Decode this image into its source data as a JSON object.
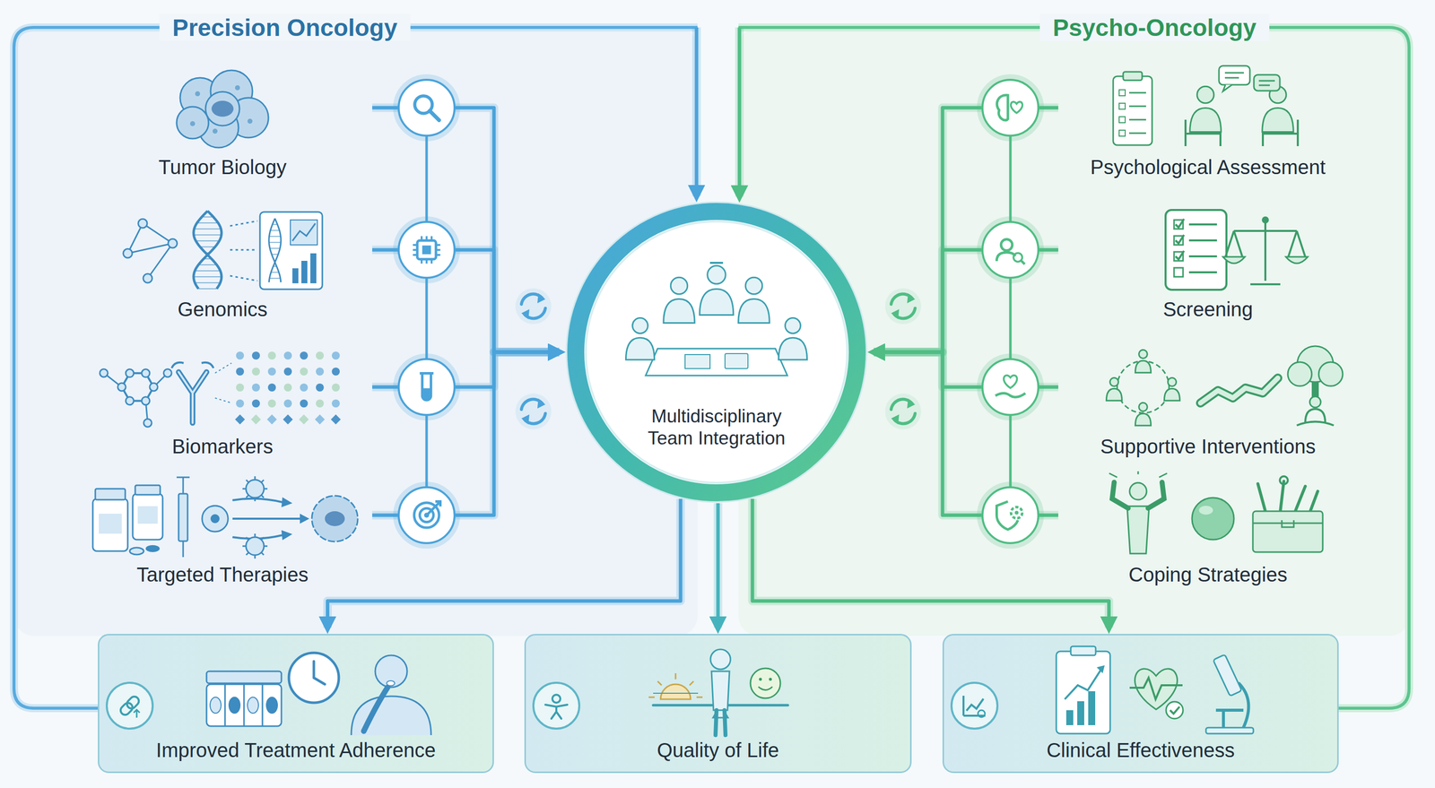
{
  "diagram": {
    "nodes": [
      {
        "text": [
          "Precision Oncology"
        ]
      },
      {
        "text": [
          "Tumor Biology"
        ],
        "in": 0
      },
      {
        "text": [
          "Genomics"
        ],
        "in": 0
      },
      {
        "text": [
          "Biomarkers"
        ],
        "in": 0
      },
      {
        "text": [
          "Targeted Therapies"
        ],
        "in": 0
      },
      {
        "text": [
          "Psycho-Oncology"
        ]
      },
      {
        "text": [
          "Psychological Assessment"
        ],
        "in": 5
      },
      {
        "text": [
          "Screening"
        ],
        "in": 5
      },
      {
        "text": [
          "Supportive Interventions"
        ],
        "in": 5
      },
      {
        "text": [
          "Coping Strategies"
        ],
        "in": 5
      },
      {
        "text": [
          "Multidisciplinary Team Integration"
        ]
      },
      {
        "text": [
          "Improved Treatment Adherence"
        ]
      },
      {
        "text": [
          "Quality of Life"
        ]
      },
      {
        "text": [
          "Clinical Effectiveness"
        ]
      }
    ],
    "edges": [
      {
        "from": 1,
        "to": 10,
        "arrow": "to"
      },
      {
        "from": 2,
        "to": 10,
        "arrow": "to"
      },
      {
        "from": 3,
        "to": 10,
        "arrow": "to"
      },
      {
        "from": 4,
        "to": 10,
        "arrow": "to"
      },
      {
        "from": 6,
        "to": 10,
        "arrow": "to"
      },
      {
        "from": 7,
        "to": 10,
        "arrow": "to"
      },
      {
        "from": 8,
        "to": 10,
        "arrow": "to"
      },
      {
        "from": 9,
        "to": 10,
        "arrow": "to"
      },
      {
        "from": 0,
        "to": 10,
        "arrow": "to"
      },
      {
        "from": 5,
        "to": 10,
        "arrow": "to"
      },
      {
        "from": 10,
        "to": 11,
        "arrow": "to"
      },
      {
        "from": 10,
        "to": 12,
        "arrow": "to"
      },
      {
        "from": 10,
        "to": 13,
        "arrow": "to"
      }
    ]
  }
}
